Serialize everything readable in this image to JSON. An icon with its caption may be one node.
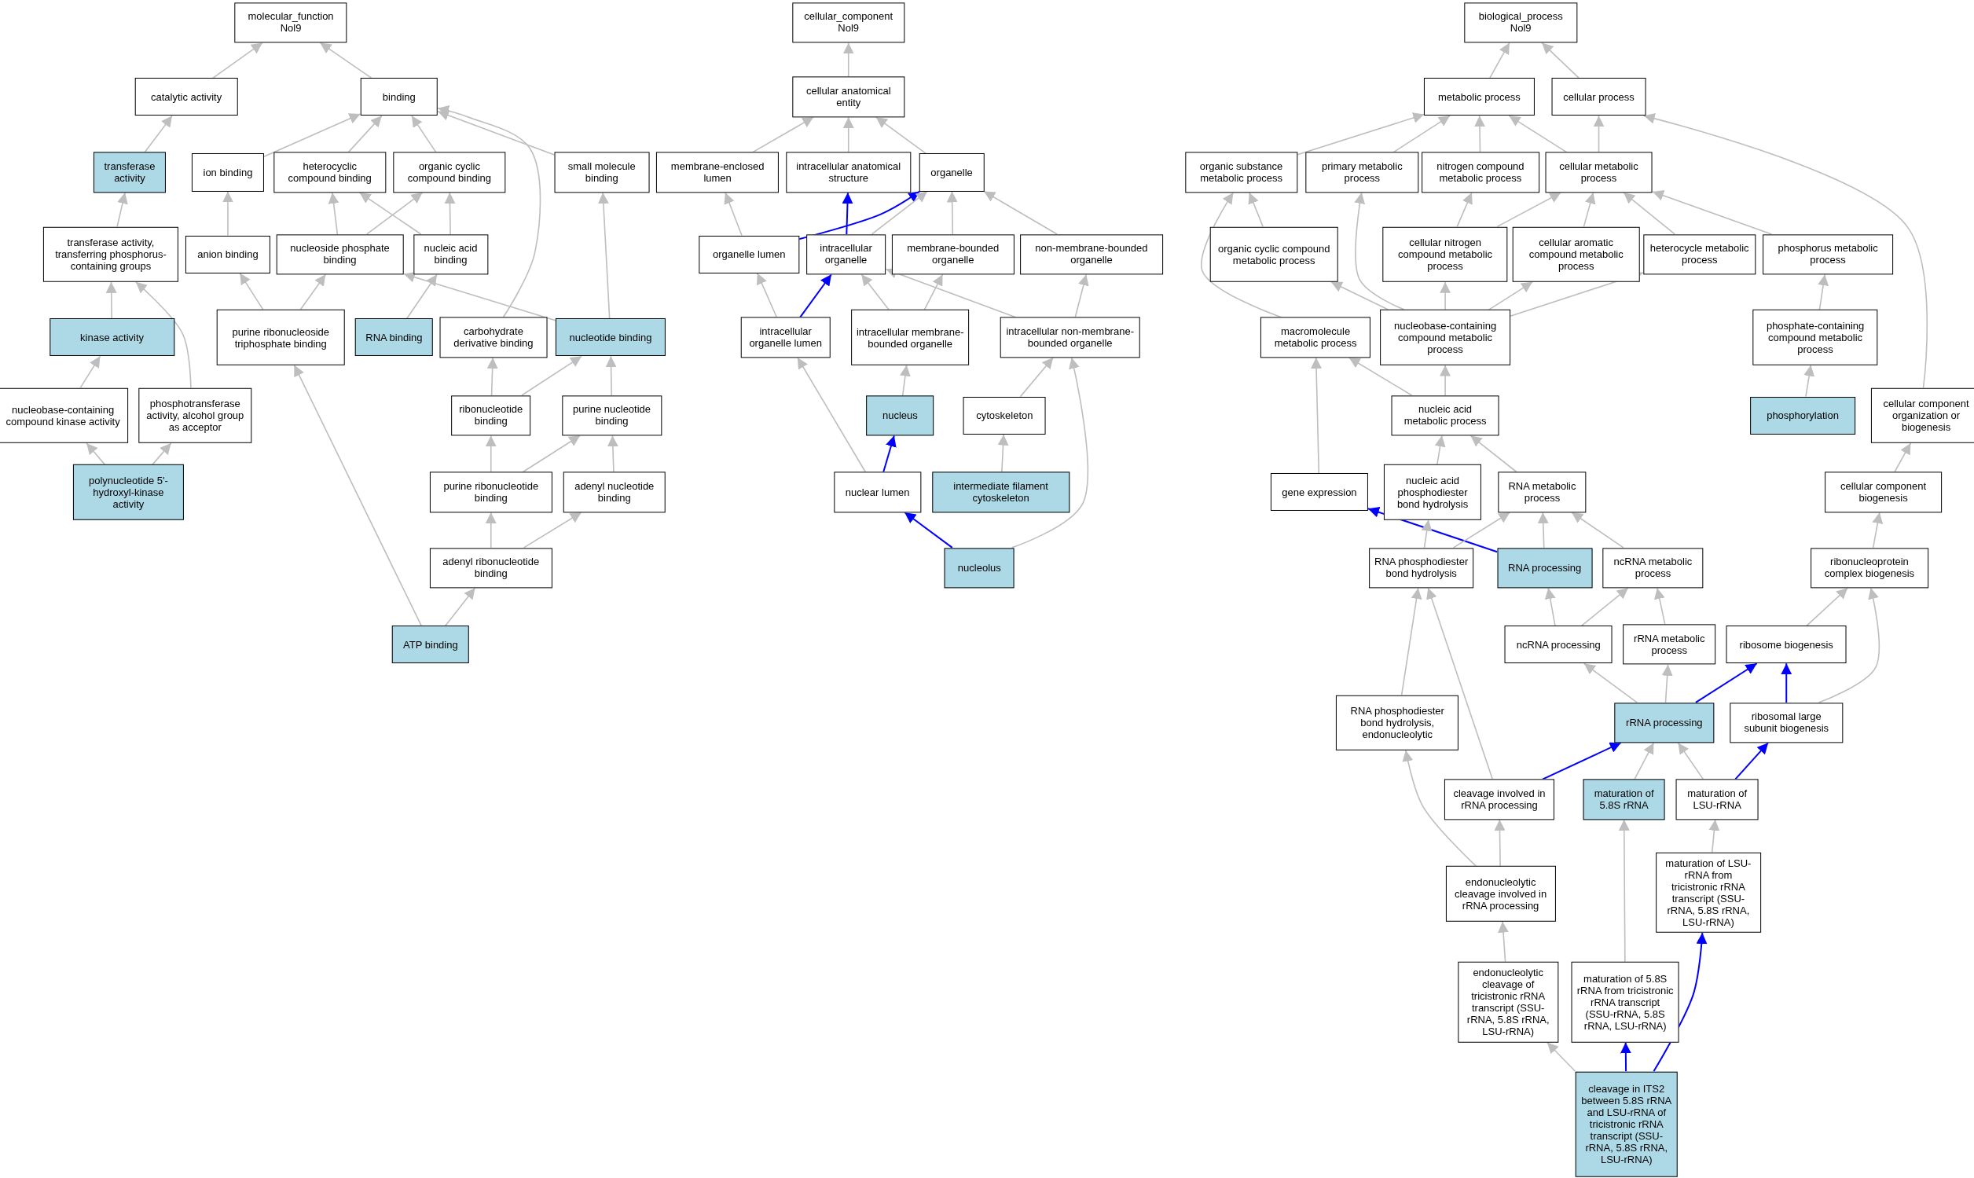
{
  "diagram": {
    "nodes": [
      {
        "text": [
          "molecular_function Nol9"
        ]
      },
      {
        "text": [
          "catalytic activity"
        ]
      },
      {
        "text": [
          "binding"
        ]
      },
      {
        "text": [
          "transferase activity"
        ]
      },
      {
        "text": [
          "ion binding"
        ]
      },
      {
        "text": [
          "heterocyclic compound binding"
        ]
      },
      {
        "text": [
          "organic cyclic compound binding"
        ]
      },
      {
        "text": [
          "small molecule binding"
        ]
      },
      {
        "text": [
          "transferase activity, transferring phosphorus-containing groups"
        ]
      },
      {
        "text": [
          "anion binding"
        ]
      },
      {
        "text": [
          "nucleoside phosphate binding"
        ]
      },
      {
        "text": [
          "nucleic acid binding"
        ]
      },
      {
        "text": [
          "kinase activity"
        ]
      },
      {
        "text": [
          "purine ribonucleoside triphosphate binding"
        ]
      },
      {
        "text": [
          "RNA binding"
        ]
      },
      {
        "text": [
          "carbohydrate derivative binding"
        ]
      },
      {
        "text": [
          "nucleotide binding"
        ]
      },
      {
        "text": [
          "nucleobase-containing compound kinase activity"
        ]
      },
      {
        "text": [
          "phosphotransferase activity, alcohol group as acceptor"
        ]
      },
      {
        "text": [
          "ribonucleotide binding"
        ]
      },
      {
        "text": [
          "purine nucleotide binding"
        ]
      },
      {
        "text": [
          "polynucleotide 5'-hydroxyl-kinase activity"
        ]
      },
      {
        "text": [
          "purine ribonucleotide binding"
        ]
      },
      {
        "text": [
          "adenyl nucleotide binding"
        ]
      },
      {
        "text": [
          "adenyl ribonucleotide binding"
        ]
      },
      {
        "text": [
          "ATP binding"
        ]
      },
      {
        "text": [
          "cellular_component Nol9"
        ]
      },
      {
        "text": [
          "cellular anatomical entity"
        ]
      },
      {
        "text": [
          "membrane-enclosed lumen"
        ]
      },
      {
        "text": [
          "intracellular anatomical structure"
        ]
      },
      {
        "text": [
          "organelle"
        ]
      },
      {
        "text": [
          "organelle lumen"
        ]
      },
      {
        "text": [
          "intracellular organelle"
        ]
      },
      {
        "text": [
          "membrane-bounded organelle"
        ]
      },
      {
        "text": [
          "non-membrane-bounded organelle"
        ]
      },
      {
        "text": [
          "intracellular organelle lumen"
        ]
      },
      {
        "text": [
          "intracellular membrane-bounded organelle"
        ]
      },
      {
        "text": [
          "intracellular non-membrane-bounded organelle"
        ]
      },
      {
        "text": [
          "nucleus"
        ]
      },
      {
        "text": [
          "cytoskeleton"
        ]
      },
      {
        "text": [
          "nuclear lumen"
        ]
      },
      {
        "text": [
          "intermediate filament cytoskeleton"
        ]
      },
      {
        "text": [
          "nucleolus"
        ]
      },
      {
        "text": [
          "biological_process Nol9"
        ]
      },
      {
        "text": [
          "metabolic process"
        ]
      },
      {
        "text": [
          "cellular process"
        ]
      },
      {
        "text": [
          "organic substance metabolic process"
        ]
      },
      {
        "text": [
          "primary metabolic process"
        ]
      },
      {
        "text": [
          "nitrogen compound metabolic process"
        ]
      },
      {
        "text": [
          "cellular metabolic process"
        ]
      },
      {
        "text": [
          "organic cyclic compound metabolic process"
        ]
      },
      {
        "text": [
          "cellular nitrogen compound metabolic process"
        ]
      },
      {
        "text": [
          "cellular aromatic compound metabolic process"
        ]
      },
      {
        "text": [
          "heterocycle metabolic process"
        ]
      },
      {
        "text": [
          "phosphorus metabolic process"
        ]
      },
      {
        "text": [
          "macromolecule metabolic process"
        ]
      },
      {
        "text": [
          "nucleobase-containing compound metabolic process"
        ]
      },
      {
        "text": [
          "phosphate-containing compound metabolic process"
        ]
      },
      {
        "text": [
          "nucleic acid metabolic process"
        ]
      },
      {
        "text": [
          "phosphorylation"
        ]
      },
      {
        "text": [
          "cellular component organization or biogenesis"
        ]
      },
      {
        "text": [
          "gene expression"
        ]
      },
      {
        "text": [
          "nucleic acid phosphodiester bond hydrolysis"
        ]
      },
      {
        "text": [
          "RNA metabolic process"
        ]
      },
      {
        "text": [
          "cellular component biogenesis"
        ]
      },
      {
        "text": [
          "RNA phosphodiester bond hydrolysis"
        ]
      },
      {
        "text": [
          "RNA processing"
        ]
      },
      {
        "text": [
          "ncRNA metabolic process"
        ]
      },
      {
        "text": [
          "ribonucleoprotein complex biogenesis"
        ]
      },
      {
        "text": [
          "ncRNA processing"
        ]
      },
      {
        "text": [
          "rRNA metabolic process"
        ]
      },
      {
        "text": [
          "ribosome biogenesis"
        ]
      },
      {
        "text": [
          "RNA phosphodiester bond hydrolysis, endonucleolytic"
        ]
      },
      {
        "text": [
          "rRNA processing"
        ]
      },
      {
        "text": [
          "ribosomal large subunit biogenesis"
        ]
      },
      {
        "text": [
          "cleavage involved in rRNA processing"
        ]
      },
      {
        "text": [
          "maturation of 5.8S rRNA"
        ]
      },
      {
        "text": [
          "maturation of LSU-rRNA"
        ]
      },
      {
        "text": [
          "endonucleolytic cleavage involved in rRNA processing"
        ]
      },
      {
        "text": [
          "maturation of LSU-rRNA from tricistronic rRNA transcript (SSU-rRNA, 5.8S rRNA, LSU-rRNA)"
        ]
      },
      {
        "text": [
          "endonucleolytic cleavage of tricistronic rRNA transcript (SSU-rRNA, 5.8S rRNA, LSU-rRNA)"
        ]
      },
      {
        "text": [
          "maturation of 5.8S rRNA from tricistronic rRNA transcript (SSU-rRNA, 5.8S rRNA, LSU-rRNA)"
        ]
      },
      {
        "text": [
          "cleavage in ITS2 between 5.8S rRNA and LSU-rRNA of tricistronic rRNA transcript (SSU-rRNA, 5.8S rRNA, LSU-rRNA)"
        ]
      }
    ],
    "edges": [
      {
        "from": 1,
        "to": 0,
        "arrow": "to"
      },
      {
        "from": 2,
        "to": 0,
        "arrow": "to"
      },
      {
        "from": 3,
        "to": 1,
        "arrow": "to"
      },
      {
        "from": 4,
        "to": 2,
        "arrow": "to"
      },
      {
        "from": 5,
        "to": 2,
        "arrow": "to"
      },
      {
        "from": 6,
        "to": 2,
        "arrow": "to"
      },
      {
        "from": 7,
        "to": 2,
        "arrow": "to"
      },
      {
        "from": 15,
        "to": 2,
        "arrow": "to"
      },
      {
        "from": 8,
        "to": 3,
        "arrow": "to"
      },
      {
        "from": 9,
        "to": 4,
        "arrow": "to"
      },
      {
        "from": 10,
        "to": 5,
        "arrow": "to"
      },
      {
        "from": 11,
        "to": 5,
        "arrow": "to"
      },
      {
        "from": 10,
        "to": 6,
        "arrow": "to"
      },
      {
        "from": 11,
        "to": 6,
        "arrow": "to"
      },
      {
        "from": 12,
        "to": 8,
        "arrow": "to"
      },
      {
        "from": 18,
        "to": 8,
        "arrow": "to"
      },
      {
        "from": 13,
        "to": 9,
        "arrow": "to"
      },
      {
        "from": 13,
        "to": 10,
        "arrow": "to"
      },
      {
        "from": 16,
        "to": 10,
        "arrow": "to"
      },
      {
        "from": 14,
        "to": 11,
        "arrow": "to"
      },
      {
        "from": 16,
        "to": 7,
        "arrow": "to"
      },
      {
        "from": 17,
        "to": 12,
        "arrow": "to"
      },
      {
        "from": 21,
        "to": 17,
        "arrow": "to"
      },
      {
        "from": 21,
        "to": 18,
        "arrow": "to"
      },
      {
        "from": 19,
        "to": 15,
        "arrow": "to"
      },
      {
        "from": 19,
        "to": 16,
        "arrow": "to"
      },
      {
        "from": 20,
        "to": 16,
        "arrow": "to"
      },
      {
        "from": 22,
        "to": 19,
        "arrow": "to"
      },
      {
        "from": 22,
        "to": 20,
        "arrow": "to"
      },
      {
        "from": 23,
        "to": 20,
        "arrow": "to"
      },
      {
        "from": 24,
        "to": 22,
        "arrow": "to"
      },
      {
        "from": 24,
        "to": 23,
        "arrow": "to"
      },
      {
        "from": 25,
        "to": 24,
        "arrow": "to"
      },
      {
        "from": 25,
        "to": 13,
        "arrow": "to"
      },
      {
        "from": 27,
        "to": 26,
        "arrow": "to"
      },
      {
        "from": 28,
        "to": 27,
        "arrow": "to"
      },
      {
        "from": 29,
        "to": 27,
        "arrow": "to"
      },
      {
        "from": 30,
        "to": 27,
        "arrow": "to"
      },
      {
        "from": 31,
        "to": 28,
        "arrow": "to"
      },
      {
        "from": 32,
        "to": 29,
        "arrow": "to",
        "color": "#0000ff"
      },
      {
        "from": 31,
        "to": 30,
        "arrow": "to",
        "color": "#0000ff"
      },
      {
        "from": 32,
        "to": 30,
        "arrow": "to"
      },
      {
        "from": 33,
        "to": 30,
        "arrow": "to"
      },
      {
        "from": 34,
        "to": 30,
        "arrow": "to"
      },
      {
        "from": 35,
        "to": 31,
        "arrow": "to"
      },
      {
        "from": 35,
        "to": 32,
        "arrow": "to",
        "color": "#0000ff"
      },
      {
        "from": 36,
        "to": 32,
        "arrow": "to"
      },
      {
        "from": 37,
        "to": 32,
        "arrow": "to"
      },
      {
        "from": 36,
        "to": 33,
        "arrow": "to"
      },
      {
        "from": 37,
        "to": 34,
        "arrow": "to"
      },
      {
        "from": 38,
        "to": 36,
        "arrow": "to"
      },
      {
        "from": 39,
        "to": 37,
        "arrow": "to"
      },
      {
        "from": 40,
        "to": 35,
        "arrow": "to"
      },
      {
        "from": 40,
        "to": 38,
        "arrow": "to",
        "color": "#0000ff"
      },
      {
        "from": 41,
        "to": 39,
        "arrow": "to"
      },
      {
        "from": 42,
        "to": 40,
        "arrow": "to",
        "color": "#0000ff"
      },
      {
        "from": 42,
        "to": 37,
        "arrow": "to"
      },
      {
        "from": 44,
        "to": 43,
        "arrow": "to"
      },
      {
        "from": 45,
        "to": 43,
        "arrow": "to"
      },
      {
        "from": 46,
        "to": 44,
        "arrow": "to"
      },
      {
        "from": 47,
        "to": 44,
        "arrow": "to"
      },
      {
        "from": 48,
        "to": 44,
        "arrow": "to"
      },
      {
        "from": 49,
        "to": 44,
        "arrow": "to"
      },
      {
        "from": 49,
        "to": 45,
        "arrow": "to"
      },
      {
        "from": 60,
        "to": 45,
        "arrow": "to"
      },
      {
        "from": 50,
        "to": 46,
        "arrow": "to"
      },
      {
        "from": 55,
        "to": 46,
        "arrow": "to"
      },
      {
        "from": 51,
        "to": 48,
        "arrow": "to"
      },
      {
        "from": 51,
        "to": 49,
        "arrow": "to"
      },
      {
        "from": 52,
        "to": 49,
        "arrow": "to"
      },
      {
        "from": 53,
        "to": 49,
        "arrow": "to"
      },
      {
        "from": 54,
        "to": 49,
        "arrow": "to"
      },
      {
        "from": 56,
        "to": 50,
        "arrow": "to"
      },
      {
        "from": 56,
        "to": 47,
        "arrow": "to"
      },
      {
        "from": 56,
        "to": 51,
        "arrow": "to"
      },
      {
        "from": 56,
        "to": 52,
        "arrow": "to"
      },
      {
        "from": 56,
        "to": 53,
        "arrow": "to"
      },
      {
        "from": 57,
        "to": 54,
        "arrow": "to"
      },
      {
        "from": 58,
        "to": 55,
        "arrow": "to"
      },
      {
        "from": 58,
        "to": 56,
        "arrow": "to"
      },
      {
        "from": 59,
        "to": 57,
        "arrow": "to"
      },
      {
        "from": 61,
        "to": 55,
        "arrow": "to"
      },
      {
        "from": 62,
        "to": 58,
        "arrow": "to"
      },
      {
        "from": 63,
        "to": 58,
        "arrow": "to"
      },
      {
        "from": 66,
        "to": 61,
        "arrow": "to",
        "color": "#0000ff"
      },
      {
        "from": 65,
        "to": 62,
        "arrow": "to"
      },
      {
        "from": 65,
        "to": 63,
        "arrow": "to"
      },
      {
        "from": 66,
        "to": 63,
        "arrow": "to"
      },
      {
        "from": 67,
        "to": 63,
        "arrow": "to"
      },
      {
        "from": 64,
        "to": 60,
        "arrow": "to"
      },
      {
        "from": 68,
        "to": 64,
        "arrow": "to"
      },
      {
        "from": 69,
        "to": 66,
        "arrow": "to"
      },
      {
        "from": 69,
        "to": 67,
        "arrow": "to"
      },
      {
        "from": 70,
        "to": 67,
        "arrow": "to"
      },
      {
        "from": 71,
        "to": 68,
        "arrow": "to"
      },
      {
        "from": 74,
        "to": 68,
        "arrow": "to"
      },
      {
        "from": 73,
        "to": 69,
        "arrow": "to"
      },
      {
        "from": 73,
        "to": 70,
        "arrow": "to"
      },
      {
        "from": 73,
        "to": 71,
        "arrow": "to",
        "color": "#0000ff"
      },
      {
        "from": 74,
        "to": 71,
        "arrow": "to",
        "color": "#0000ff"
      },
      {
        "from": 72,
        "to": 65,
        "arrow": "to"
      },
      {
        "from": 75,
        "to": 65,
        "arrow": "to"
      },
      {
        "from": 75,
        "to": 73,
        "arrow": "to",
        "color": "#0000ff"
      },
      {
        "from": 76,
        "to": 73,
        "arrow": "to"
      },
      {
        "from": 77,
        "to": 73,
        "arrow": "to"
      },
      {
        "from": 77,
        "to": 74,
        "arrow": "to",
        "color": "#0000ff"
      },
      {
        "from": 78,
        "to": 72,
        "arrow": "to"
      },
      {
        "from": 78,
        "to": 75,
        "arrow": "to"
      },
      {
        "from": 79,
        "to": 77,
        "arrow": "to"
      },
      {
        "from": 80,
        "to": 78,
        "arrow": "to"
      },
      {
        "from": 81,
        "to": 76,
        "arrow": "to"
      },
      {
        "from": 82,
        "to": 80,
        "arrow": "to"
      },
      {
        "from": 82,
        "to": 81,
        "arrow": "to",
        "color": "#0000ff"
      },
      {
        "from": 82,
        "to": 79,
        "arrow": "to",
        "color": "#0000ff"
      }
    ]
  }
}
